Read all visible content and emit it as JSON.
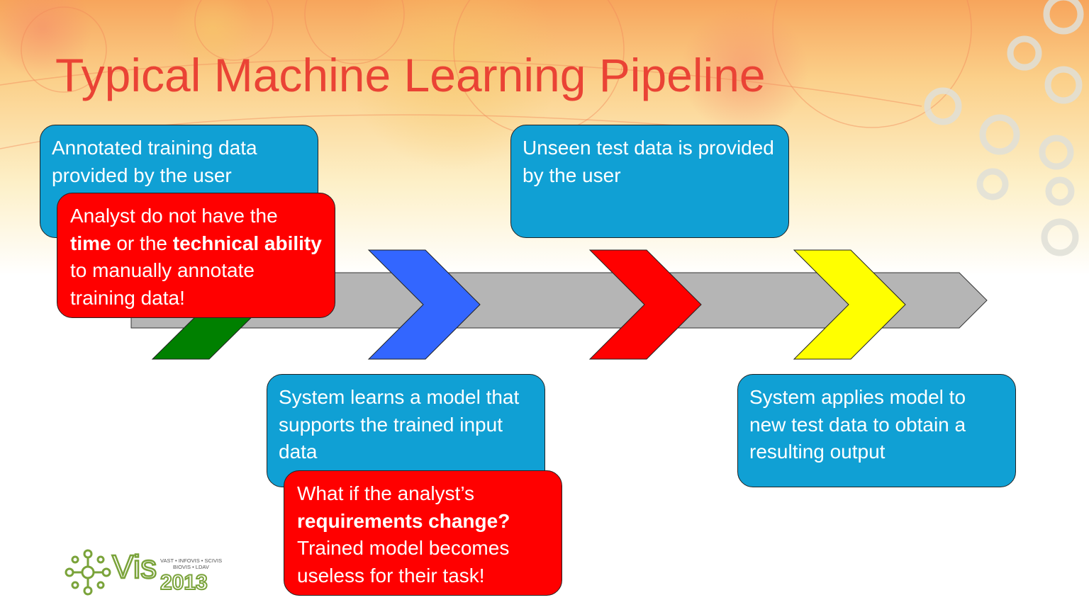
{
  "slide": {
    "title": "Typical Machine Learning Pipeline"
  },
  "colors": {
    "title": "#ea4335",
    "info_box": "#10a0d4",
    "warning_box": "#ff0000",
    "arrow_body": "#b5b5b5",
    "chevron_1": "#008000",
    "chevron_2": "#3366ff",
    "chevron_3": "#ff0000",
    "chevron_4": "#ffff00"
  },
  "boxes": {
    "training_data": "Annotated training data provided by the user",
    "test_data": "Unseen test data is provided by the user",
    "learn_model": "System learns a model that supports the trained input data",
    "apply_model": "System applies model to new test data to obtain a resulting output"
  },
  "callouts": {
    "time_ability": {
      "p1": "Analyst do not have the ",
      "b1": "time",
      "p2": " or the ",
      "b2": "technical ability",
      "p3": " to manually annotate training data!"
    },
    "requirements": {
      "p1": "What if the analyst’s ",
      "b1": "requirements change?",
      "p2": " Trained model becomes useless for their task!"
    }
  },
  "logo": {
    "wordmark": "Vis",
    "year": "2013",
    "tagline_1": "VAST • INFOVIS • SCIVIS",
    "tagline_2": "BIOVIS • LDAV"
  }
}
